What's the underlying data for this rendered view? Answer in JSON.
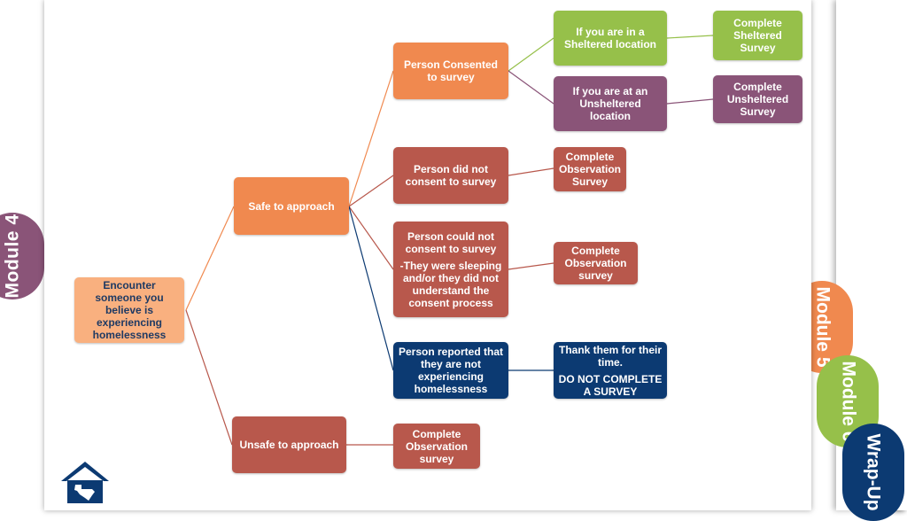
{
  "tabs": {
    "module4": "Module 4",
    "module5": "Module 5",
    "module6": "Module 6",
    "wrapup": "Wrap-Up"
  },
  "colors": {
    "peach": "#f9b07f",
    "orange": "#f0894f",
    "rust": "#b8584c",
    "green": "#96c04a",
    "purple": "#8a5478",
    "navy": "#0c3a72"
  },
  "nodes": {
    "encounter": "Encounter someone you believe is experiencing homelessness",
    "safe": "Safe to approach",
    "unsafe": "Unsafe to approach",
    "consented": "Person Consented to survey",
    "did_not_consent": "Person did not consent to survey",
    "could_not_consent": "Person could not consent to survey",
    "could_not_consent_detail": "-They were sleeping and/or they did not understand the consent process",
    "not_homeless": "Person reported that they are not experiencing homelessness",
    "sheltered_loc": "If you are in a Sheltered location",
    "unsheltered_loc": "If you are at an Unsheltered location",
    "sheltered_survey": "Complete Sheltered Survey",
    "unsheltered_survey": "Complete Unsheltered Survey",
    "obs_survey_1": "Complete Observation Survey",
    "obs_survey_2": "Complete Observation survey",
    "obs_survey_3": "Complete Observation survey",
    "thank_them": "Thank them for their time.",
    "do_not_complete": "DO NOT COMPLETE A SURVEY"
  },
  "logo": {
    "icon": "house-texas-logo-icon"
  }
}
